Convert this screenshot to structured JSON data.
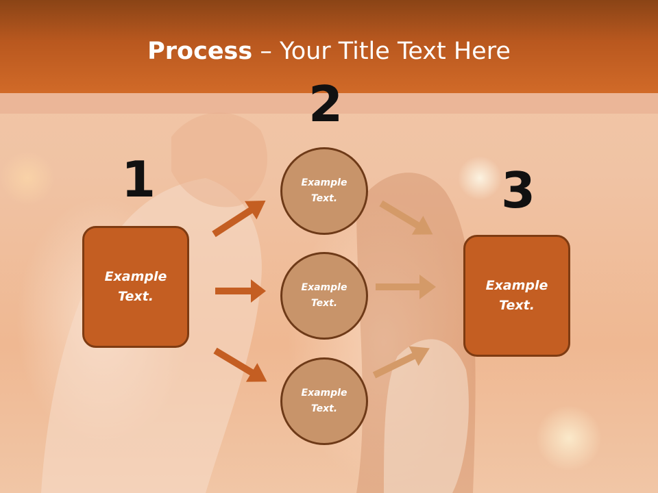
{
  "slide": {
    "title_bold": "Process",
    "title_rest": " – Your Title Text Here",
    "step_numbers": [
      "1",
      "2",
      "3"
    ],
    "left_box_text": "Example\nText.",
    "right_box_text": "Example\nText.",
    "circles": [
      {
        "text": "Example\nText."
      },
      {
        "text": "Example\nText."
      },
      {
        "text": "Example\nText."
      }
    ]
  },
  "colors": {
    "header_top": "#8a4416",
    "header_bottom": "#d16a28",
    "box_fill": "#c45e22",
    "box_border": "#7e3b12",
    "circle_fill": "#c8946a",
    "circle_border": "#6e3a18",
    "arrow_left": "#c45e22",
    "arrow_right": "#d49a68",
    "number_color": "#111111"
  }
}
